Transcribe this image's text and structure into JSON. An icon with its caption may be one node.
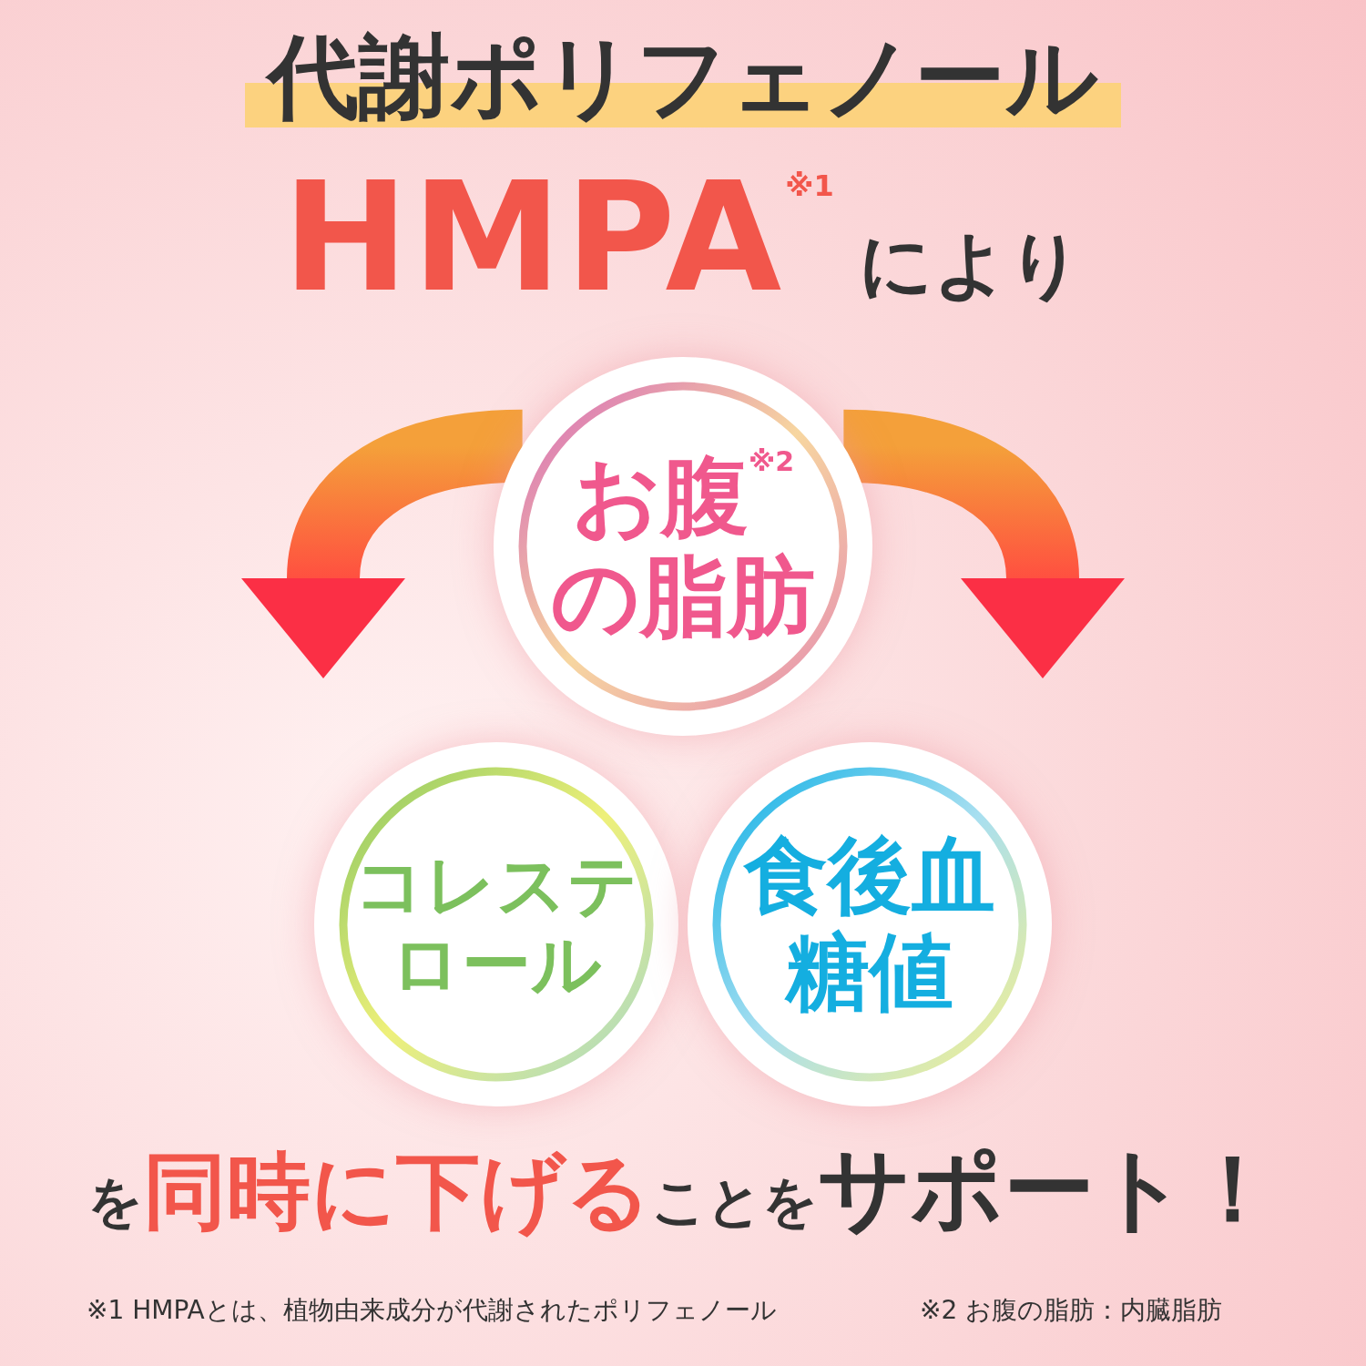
{
  "diagram": {
    "title": "代謝ポリフェノール",
    "nodes": [
      {
        "text": [
          "お腹$^{※2}$の脂肪"
        ]
      },
      {
        "text": [
          "コレステロール"
        ]
      },
      {
        "text": [
          "食後血糖値"
        ]
      }
    ],
    "edges": [
      {
        "from": 0,
        "to": 1,
        "arrow": "to"
      },
      {
        "from": 0,
        "to": 2,
        "arrow": "to"
      }
    ],
    "labels": [
      "**HMPA**$^{※1}$ により",
      "を**同時に下げる**ことを**サポート！**",
      "※1 HMPAとは、植物由来成分が代謝されたポリフェノール",
      "※2 お腹の脂肪：内臓脂肪"
    ]
  }
}
